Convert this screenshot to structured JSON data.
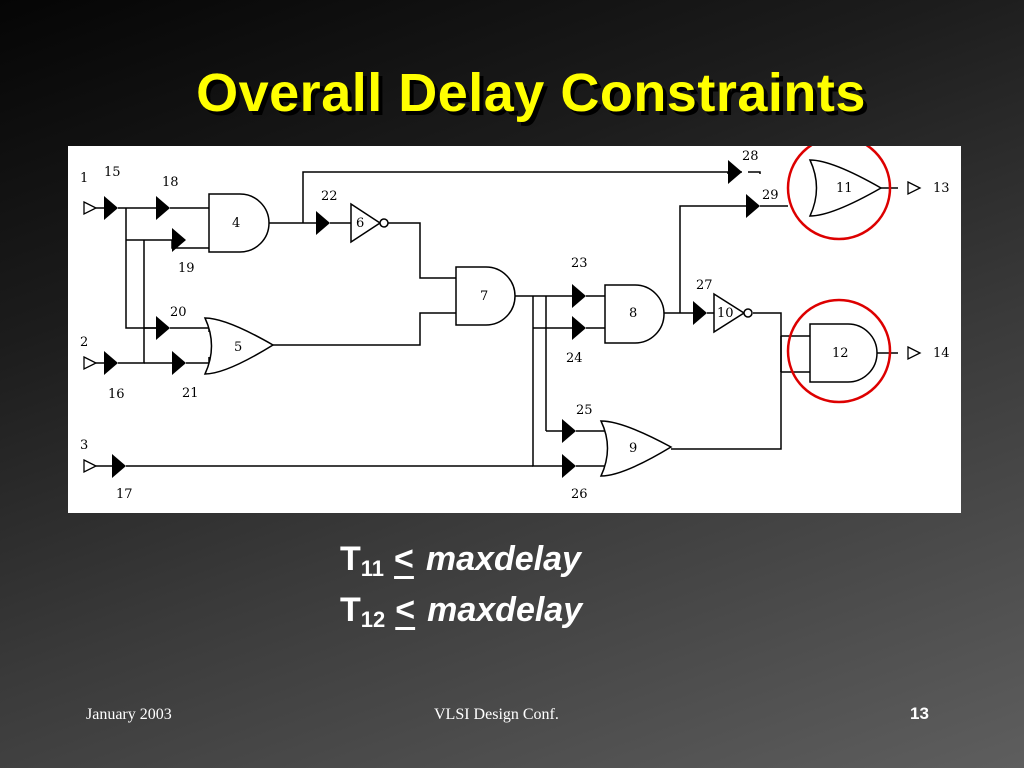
{
  "title": "Overall Delay Constraints",
  "circuit": {
    "inputs": [
      "1",
      "2",
      "3"
    ],
    "outputs": [
      "13",
      "14"
    ],
    "gates": [
      {
        "id": "4",
        "type": "and"
      },
      {
        "id": "5",
        "type": "or"
      },
      {
        "id": "6",
        "type": "not"
      },
      {
        "id": "7",
        "type": "and"
      },
      {
        "id": "8",
        "type": "and"
      },
      {
        "id": "9",
        "type": "or"
      },
      {
        "id": "10",
        "type": "not"
      },
      {
        "id": "11",
        "type": "or"
      },
      {
        "id": "12",
        "type": "and"
      }
    ],
    "buffers": [
      "15",
      "16",
      "17",
      "18",
      "19",
      "20",
      "21",
      "22",
      "23",
      "24",
      "25",
      "27",
      "28",
      "29"
    ],
    "extra_labels": [
      "26"
    ],
    "highlighted": [
      "11",
      "12"
    ],
    "highlight_color": "#dd0000"
  },
  "constraints": [
    {
      "t": "T",
      "sub": "11",
      "op": "<",
      "rhs": "maxdelay"
    },
    {
      "t": "T",
      "sub": "12",
      "op": "<",
      "rhs": "maxdelay"
    }
  ],
  "footer": {
    "date": "January 2003",
    "conference": "VLSI Design Conf.",
    "page": "13"
  },
  "colors": {
    "title": "#ffff00",
    "text": "#ffffff"
  }
}
